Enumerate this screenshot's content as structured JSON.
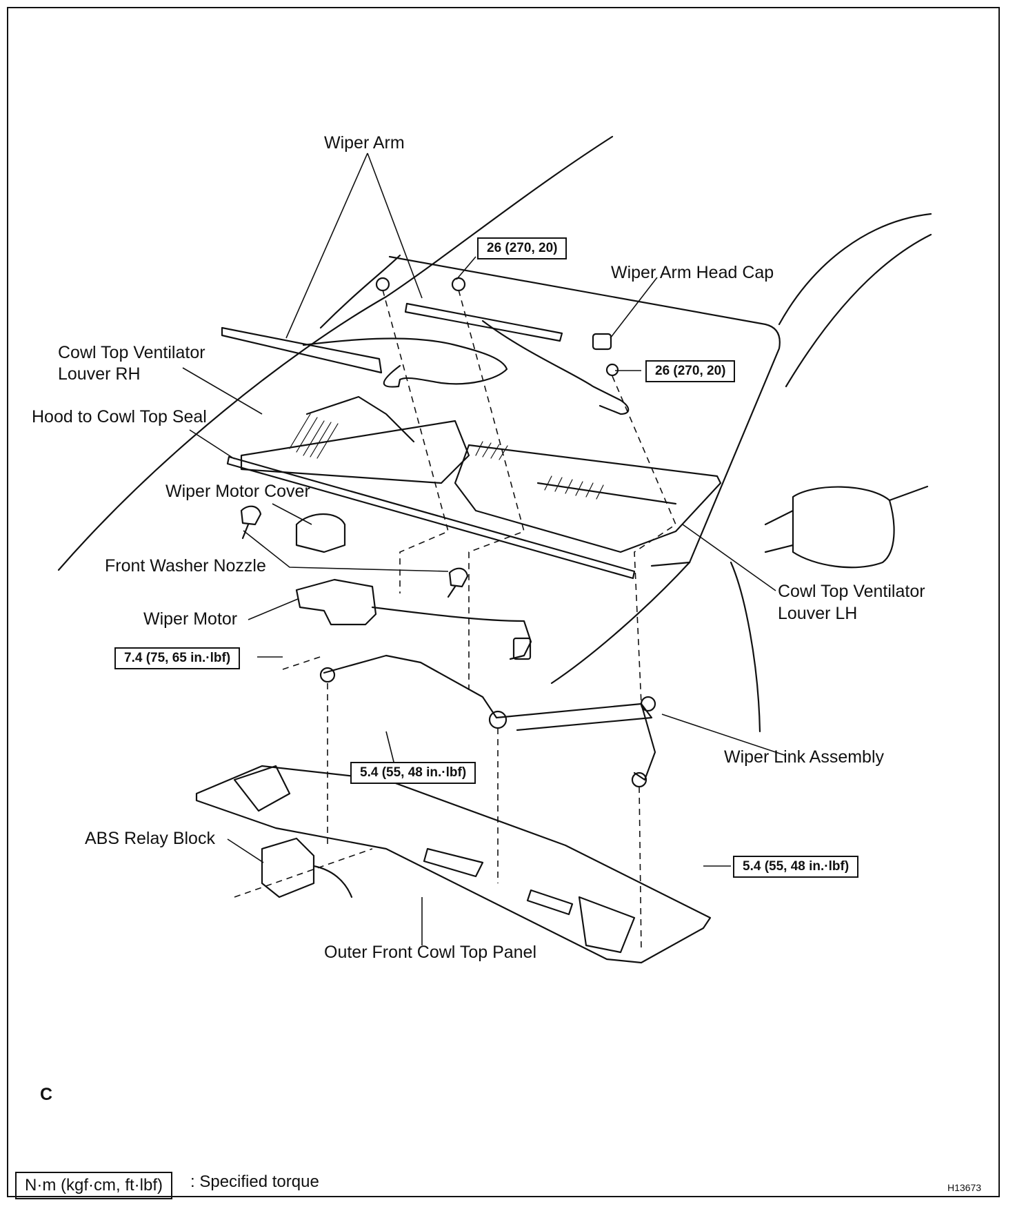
{
  "labels": {
    "wiper_arm": "Wiper Arm",
    "wiper_arm_head_cap": "Wiper Arm Head Cap",
    "cowl_rh_line1": "Cowl Top Ventilator",
    "cowl_rh_line2": "Louver RH",
    "hood_seal": "Hood to Cowl Top Seal",
    "wiper_motor_cover": "Wiper Motor Cover",
    "front_washer_nozzle": "Front Washer Nozzle",
    "wiper_motor": "Wiper Motor",
    "cowl_lh_line1": "Cowl Top Ventilator",
    "cowl_lh_line2": "Louver LH",
    "wiper_link_assembly": "Wiper Link Assembly",
    "abs_relay_block": "ABS Relay Block",
    "outer_cowl_panel": "Outer Front Cowl Top Panel"
  },
  "torques": {
    "arm_nut_top": "26 (270, 20)",
    "arm_nut_right": "26 (270, 20)",
    "motor_bolt": "7.4 (75, 65 in.·lbf)",
    "link_bolt": "5.4 (55, 48 in.·lbf)",
    "panel_bolt": "5.4 (55, 48 in.·lbf)"
  },
  "legend": {
    "unit_box": "N·m (kgf·cm, ft·lbf)",
    "description": ": Specified torque"
  },
  "corner_letter": "C",
  "figure_code": "H13673"
}
